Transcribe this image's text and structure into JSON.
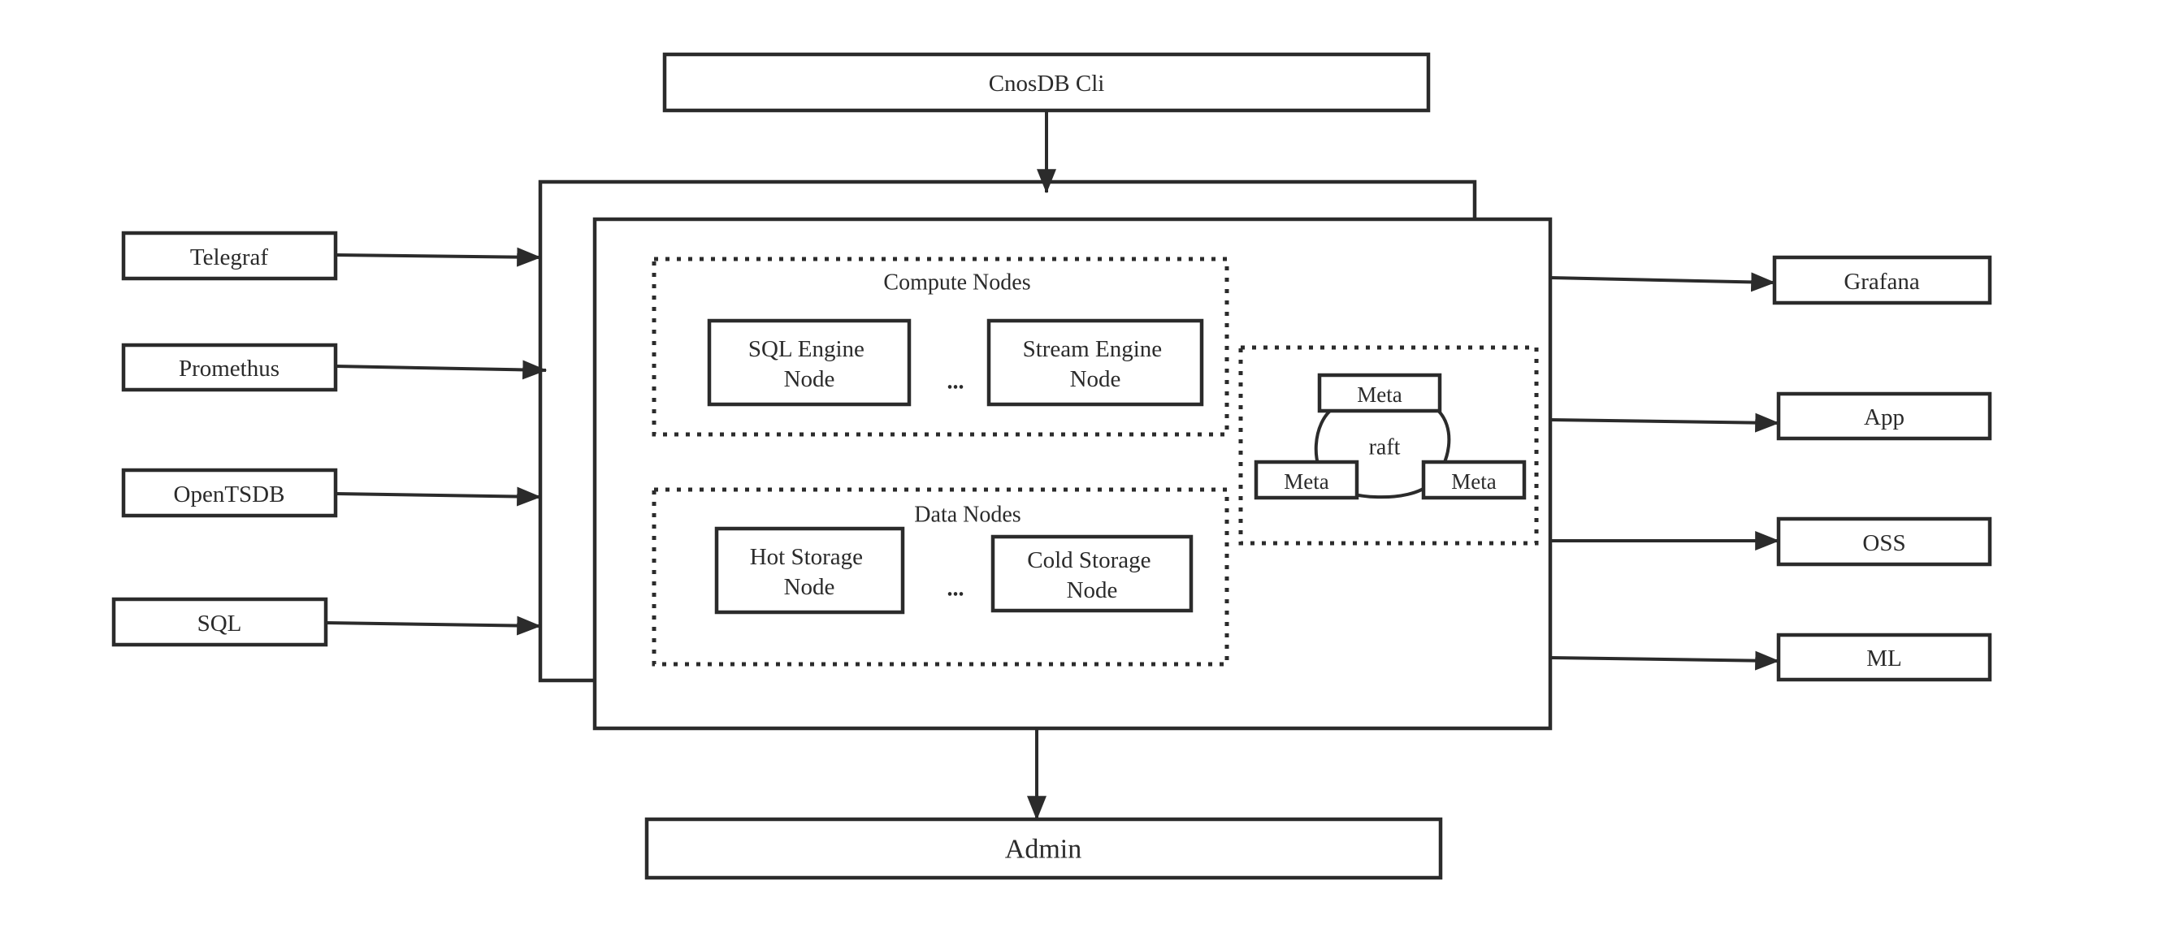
{
  "colors": {
    "stroke": "#2b2b2b",
    "background": "#ffffff"
  },
  "top": {
    "cli": "CnosDB Cli"
  },
  "bottom": {
    "admin": "Admin"
  },
  "inputs": [
    "Telegraf",
    "Promethus",
    "OpenTSDB",
    "SQL"
  ],
  "outputs": [
    "Grafana",
    "App",
    "OSS",
    "ML"
  ],
  "compute": {
    "title": "Compute Nodes",
    "sql_engine": [
      "SQL Engine",
      "Node"
    ],
    "stream_engine": [
      "Stream Engine",
      "Node"
    ],
    "ellipsis": "..."
  },
  "data_nodes": {
    "title": "Data Nodes",
    "hot_storage": [
      "Hot Storage",
      "Node"
    ],
    "cold_storage": [
      "Cold Storage",
      "Node"
    ],
    "ellipsis": "..."
  },
  "meta_cluster": {
    "top": "Meta",
    "left": "Meta",
    "right": "Meta",
    "consensus": "raft"
  }
}
